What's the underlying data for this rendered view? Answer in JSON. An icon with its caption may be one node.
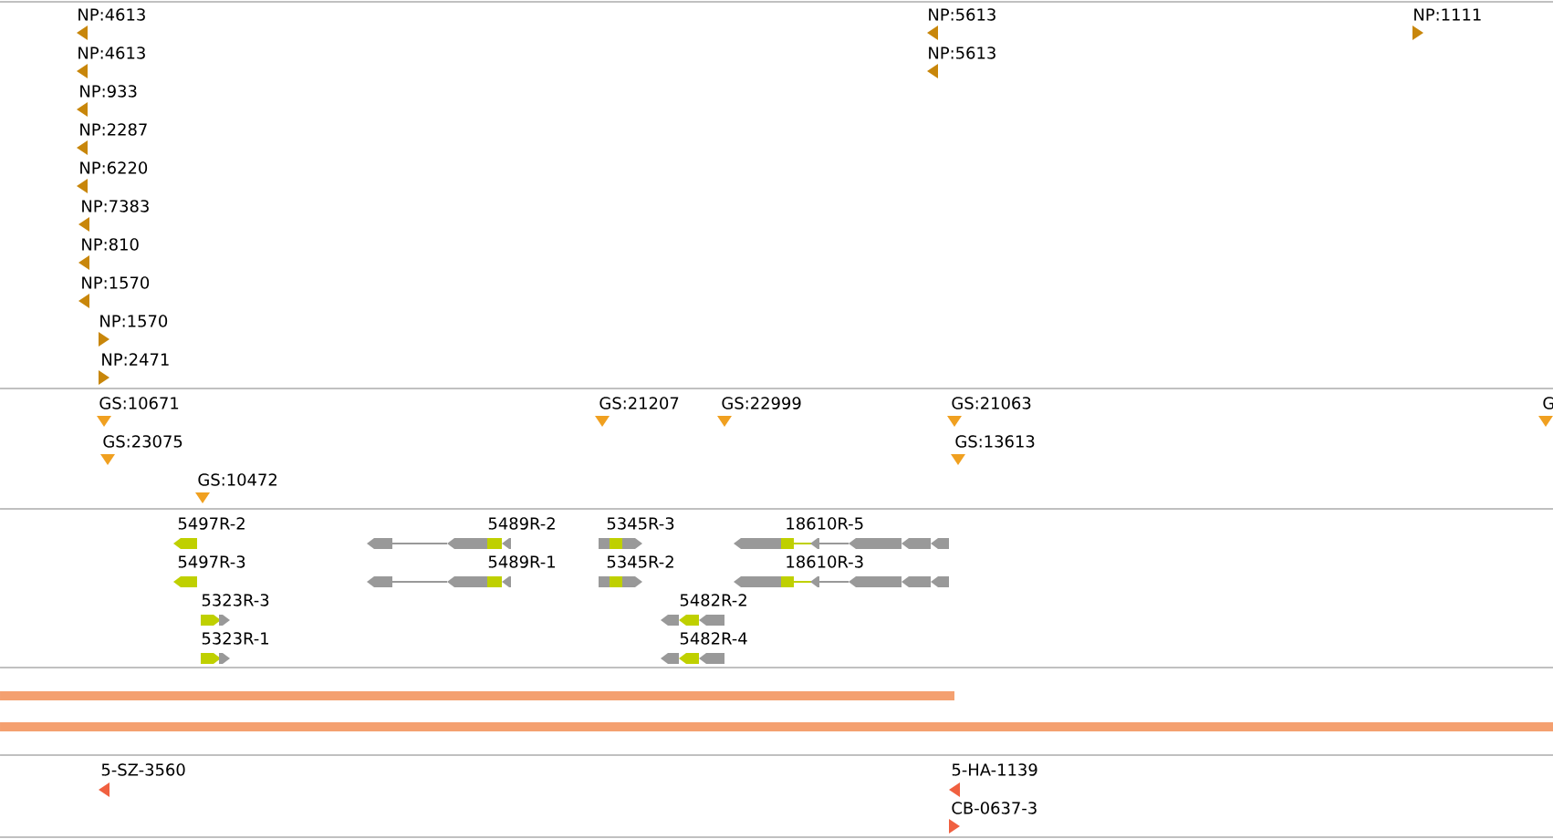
{
  "diagram": {
    "labels": [
      "NP:4613",
      "NP:5613",
      "NP:1111",
      "NP:4613",
      "NP:5613",
      "NP:933",
      "NP:2287",
      "NP:6220",
      "NP:7383",
      "NP:810",
      "NP:1570",
      "NP:1570",
      "NP:2471",
      "GS:10671",
      "GS:21207",
      "GS:22999",
      "GS:21063",
      "G",
      "GS:23075",
      "GS:13613",
      "GS:10472",
      "5497R-2",
      "5489R-2",
      "5345R-3",
      "18610R-5",
      "5497R-3",
      "5489R-1",
      "5345R-2",
      "18610R-3",
      "5323R-3",
      "5482R-2",
      "5323R-1",
      "5482R-4",
      "5-SZ-3560",
      "5-HA-1139",
      "CB-0637-3"
    ]
  }
}
